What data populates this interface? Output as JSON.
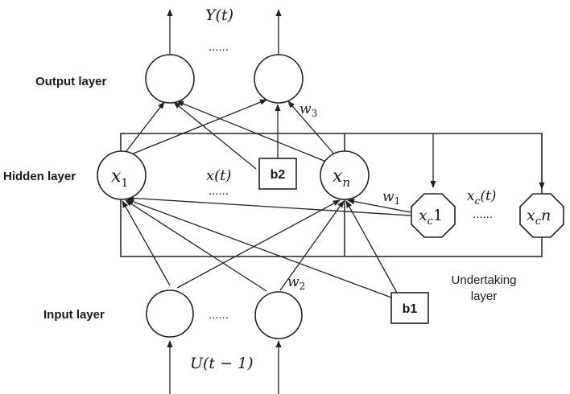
{
  "layers": {
    "output": "Output layer",
    "hidden": "Hidden layer",
    "input": "Input layer",
    "undertaking_line1": "Undertaking",
    "undertaking_line2": "layer"
  },
  "math_labels": {
    "y_t": "Y(t)",
    "x_t": "x(t)",
    "xc_t": "x",
    "xc_t_sub": "c",
    "xc_t_tail": "(t)",
    "u_t": "U(t − 1)",
    "w1": "w",
    "w1_sub": "1",
    "w2": "w",
    "w2_sub": "2",
    "w3": "w",
    "w3_sub": "3"
  },
  "nodes": {
    "x1_main": "x",
    "x1_sub": "1",
    "xn_main": "x",
    "xn_sub": "n",
    "xc1_main": "x",
    "xc1_sub": "c",
    "xc1_tail": "1",
    "xcn_main": "x",
    "xcn_sub": "c",
    "xcn_tail": "n"
  },
  "bias": {
    "b1": "b1",
    "b2": "b2"
  },
  "ellipsis": "......"
}
